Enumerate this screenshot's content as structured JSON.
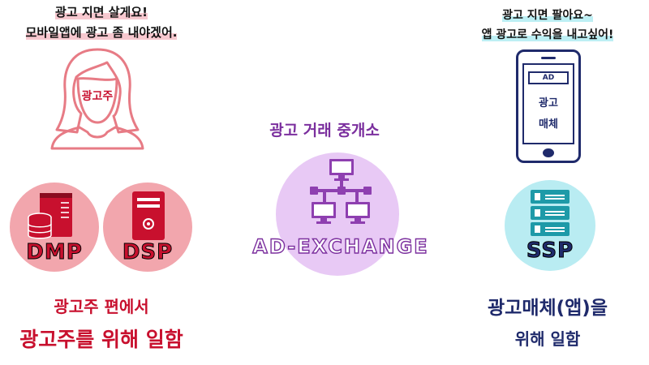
{
  "advertiser": {
    "speech_line1": "광고 지면 살게요!",
    "speech_line2": "모바일앱에 광고 좀 내야겠어.",
    "figure_label": "광고주",
    "dmp_label": "DMP",
    "dsp_label": "DSP",
    "side_caption_line1": "광고주 편에서",
    "side_caption_line2": "광고주를 위해 일함"
  },
  "exchange": {
    "title": "광고 거래 중개소",
    "label": "AD-EXCHANGE"
  },
  "publisher": {
    "speech_line1": "광고 지면 팔아요~",
    "speech_line2": "앱 광고로 수익을 내고싶어!",
    "phone_ad": "AD",
    "phone_label_line1": "광고",
    "phone_label_line2": "매체",
    "ssp_label": "SSP",
    "side_caption_line1": "광고매체(앱)을",
    "side_caption_line2": "위해 일함"
  },
  "colors": {
    "pink": "#f2a6ad",
    "pink_stroke": "#e77b85",
    "red_text": "#c8102e",
    "purple": "#7b2f9e",
    "lavender": "#e8c9f5",
    "navy": "#1f2a6b",
    "cyan": "#b9ecf2"
  }
}
